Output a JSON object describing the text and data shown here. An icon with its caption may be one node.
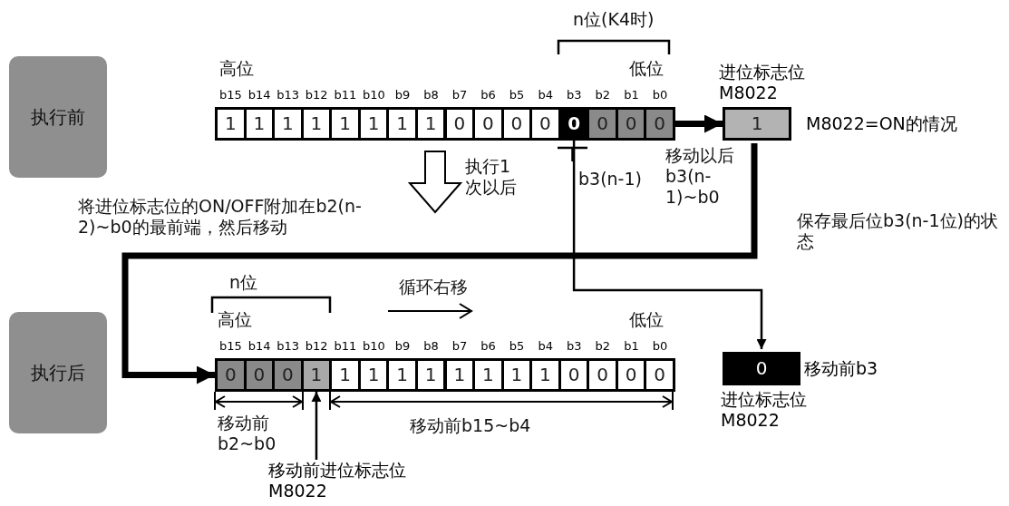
{
  "diagram": {
    "nodes": [
      {
        "text": [
          "执行前"
        ]
      },
      {
        "text": [
          "执行后"
        ]
      },
      {
        "text": [],
        "shape": "bar"
      },
      {
        "text": [
          "1"
        ],
        "in": 2
      },
      {
        "text": [
          "1"
        ],
        "in": 2
      },
      {
        "text": [
          "1"
        ],
        "in": 2
      },
      {
        "text": [
          "1"
        ],
        "in": 2
      },
      {
        "text": [
          "1"
        ],
        "in": 2
      },
      {
        "text": [
          "1"
        ],
        "in": 2
      },
      {
        "text": [
          "1"
        ],
        "in": 2
      },
      {
        "text": [
          "1"
        ],
        "in": 2
      },
      {
        "text": [
          "0"
        ],
        "in": 2
      },
      {
        "text": [
          "0"
        ],
        "in": 2
      },
      {
        "text": [
          "0"
        ],
        "in": 2
      },
      {
        "text": [
          "0"
        ],
        "in": 2
      },
      {
        "text": [
          "0"
        ],
        "in": 2
      },
      {
        "text": [
          "0"
        ],
        "in": 2
      },
      {
        "text": [
          "0"
        ],
        "in": 2
      },
      {
        "text": [
          "0"
        ],
        "in": 2
      },
      {
        "text": [
          "进位标志位M8022",
          "1"
        ],
        "beside": [
          "M8022=ON的情况"
        ]
      },
      {
        "text": [],
        "shape": "bar"
      },
      {
        "text": [
          "0"
        ],
        "in": 20
      },
      {
        "text": [
          "0"
        ],
        "in": 20
      },
      {
        "text": [
          "0"
        ],
        "in": 20
      },
      {
        "text": [
          "1"
        ],
        "in": 20
      },
      {
        "text": [
          "1"
        ],
        "in": 20
      },
      {
        "text": [
          "1"
        ],
        "in": 20
      },
      {
        "text": [
          "1"
        ],
        "in": 20
      },
      {
        "text": [
          "1"
        ],
        "in": 20
      },
      {
        "text": [
          "1"
        ],
        "in": 20
      },
      {
        "text": [
          "1"
        ],
        "in": 20
      },
      {
        "text": [
          "1"
        ],
        "in": 20
      },
      {
        "text": [
          "1"
        ],
        "in": 20
      },
      {
        "text": [
          "0"
        ],
        "in": 20
      },
      {
        "text": [
          "0"
        ],
        "in": 20
      },
      {
        "text": [
          "0"
        ],
        "in": 20
      },
      {
        "text": [
          "0"
        ],
        "in": 20
      },
      {
        "text": [
          "0",
          "进位标志位M8022"
        ],
        "beside": [
          "移动前b3"
        ]
      },
      {
        "text": [
          "移动前进位标志位M8022"
        ]
      }
    ],
    "edges": [
      {
        "from": 18,
        "to": 19,
        "arrow": "to",
        "style": "thick"
      },
      {
        "from": 19,
        "to": 20,
        "arrow": "to",
        "style": "thick"
      },
      {
        "from": 15,
        "to": 37,
        "arrow": "to"
      },
      {
        "from": 38,
        "to": 24,
        "arrow": "to"
      }
    ],
    "labels": [
      "n位(K4时)",
      "高位",
      "低位",
      "b15",
      "b14",
      "b13",
      "b12",
      "b11",
      "b10",
      "b9",
      "b8",
      "b7",
      "b6",
      "b5",
      "b4",
      "b3",
      "b2",
      "b1",
      "b0",
      "执行1次以后",
      "b3(n-1)",
      "移动以后b3(n-1)~b0",
      "将进位标志位的ON/OFF附加在b2(n-2)~b0的最前端，然后移动",
      "保存最后位b3(n-1位)的状态",
      "n位",
      "循环右移",
      "高位",
      "低位",
      "b15",
      "b14",
      "b13",
      "b12",
      "b11",
      "b10",
      "b9",
      "b8",
      "b7",
      "b6",
      "b5",
      "b4",
      "b3",
      "b2",
      "b1",
      "b0",
      "移动前b2~b0",
      "移动前b15~b4"
    ]
  }
}
